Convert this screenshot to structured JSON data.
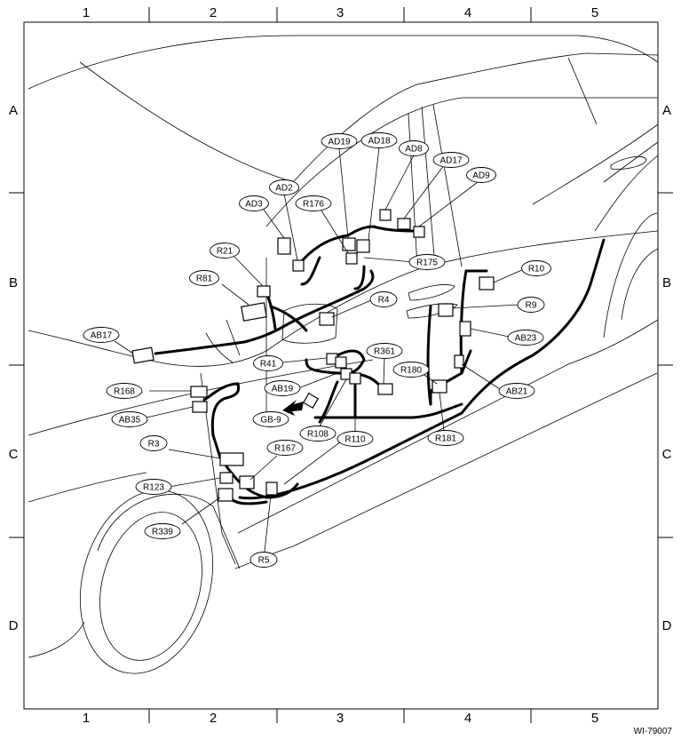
{
  "grid": {
    "columns": [
      "1",
      "2",
      "3",
      "4",
      "5"
    ],
    "rows": [
      "A",
      "B",
      "C",
      "D"
    ]
  },
  "callouts": [
    {
      "id": "AD19"
    },
    {
      "id": "AD18"
    },
    {
      "id": "AD8"
    },
    {
      "id": "AD17"
    },
    {
      "id": "AD9"
    },
    {
      "id": "AD2"
    },
    {
      "id": "AD3"
    },
    {
      "id": "R176"
    },
    {
      "id": "R21"
    },
    {
      "id": "R175"
    },
    {
      "id": "R10"
    },
    {
      "id": "R81"
    },
    {
      "id": "R4"
    },
    {
      "id": "R9"
    },
    {
      "id": "AB17"
    },
    {
      "id": "AB23"
    },
    {
      "id": "R361"
    },
    {
      "id": "R41"
    },
    {
      "id": "R180"
    },
    {
      "id": "AB19"
    },
    {
      "id": "AB21"
    },
    {
      "id": "R168"
    },
    {
      "id": "AB35"
    },
    {
      "id": "GB-9"
    },
    {
      "id": "R108"
    },
    {
      "id": "R110"
    },
    {
      "id": "R181"
    },
    {
      "id": "R3"
    },
    {
      "id": "R167"
    },
    {
      "id": "R123"
    },
    {
      "id": "R339"
    },
    {
      "id": "R5"
    }
  ],
  "figure_id": "WI-79007"
}
